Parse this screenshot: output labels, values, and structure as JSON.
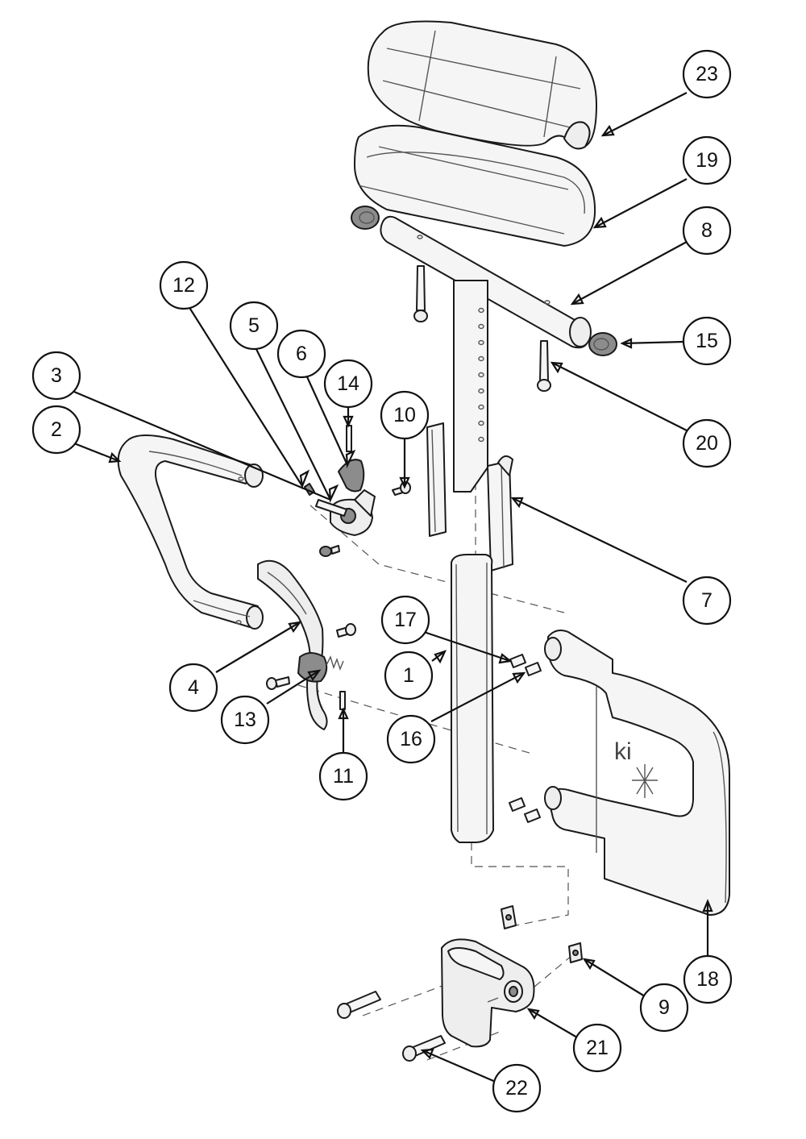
{
  "diagram": {
    "callouts": [
      {
        "id": "c23",
        "label": "23"
      },
      {
        "id": "c19",
        "label": "19"
      },
      {
        "id": "c8",
        "label": "8"
      },
      {
        "id": "c15",
        "label": "15"
      },
      {
        "id": "c20",
        "label": "20"
      },
      {
        "id": "c12",
        "label": "12"
      },
      {
        "id": "c5",
        "label": "5"
      },
      {
        "id": "c6",
        "label": "6"
      },
      {
        "id": "c14",
        "label": "14"
      },
      {
        "id": "c3",
        "label": "3"
      },
      {
        "id": "c2",
        "label": "2"
      },
      {
        "id": "c10",
        "label": "10"
      },
      {
        "id": "c7",
        "label": "7"
      },
      {
        "id": "c17",
        "label": "17"
      },
      {
        "id": "c1",
        "label": "1"
      },
      {
        "id": "c4",
        "label": "4"
      },
      {
        "id": "c13",
        "label": "13"
      },
      {
        "id": "c16",
        "label": "16"
      },
      {
        "id": "c11",
        "label": "11"
      },
      {
        "id": "c18",
        "label": "18"
      },
      {
        "id": "c9",
        "label": "9"
      },
      {
        "id": "c21",
        "label": "21"
      },
      {
        "id": "c22",
        "label": "22"
      }
    ],
    "logo_text": "ki"
  }
}
